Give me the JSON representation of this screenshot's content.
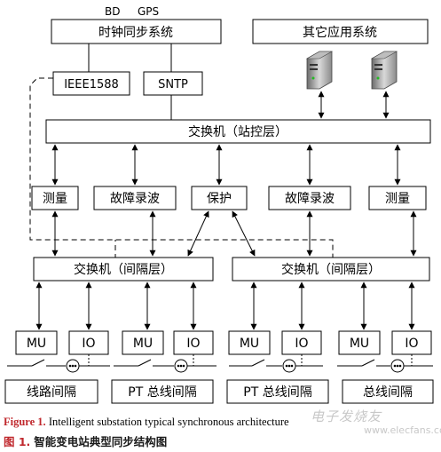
{
  "colors": {
    "line": "#000000",
    "caption_label": "#c0282d",
    "watermark": "#c8c8c8"
  },
  "diagram": {
    "top_labels": {
      "bd": "BD",
      "gps": "GPS"
    },
    "clock_sync": "时钟同步系统",
    "other_apps": "其它应用系统",
    "ieee1588": "IEEE1588",
    "sntp": "SNTP",
    "station_switch": "交换机（站控层）",
    "bay_switch_left": "交换机（间隔层）",
    "bay_switch_right": "交换机（间隔层）",
    "devices": [
      "测量",
      "故障录波",
      "保护",
      "故障录波",
      "测量"
    ],
    "mu": "MU",
    "io": "IO",
    "bays": [
      "线路间隔",
      "PT 总线间隔",
      "PT 总线间隔",
      "总线间隔"
    ],
    "server_icon": "server-icon",
    "breaker_icon": "switch-breaker-icon"
  },
  "caption": {
    "en_fig": "Figure 1.",
    "en_text": "Intelligent substation typical synchronous architecture",
    "zh_fig": "图 1.",
    "zh_text": "智能变电站典型同步结构图"
  },
  "watermark": {
    "main": "电子发烧友",
    "url": "www.elecfans.com"
  }
}
